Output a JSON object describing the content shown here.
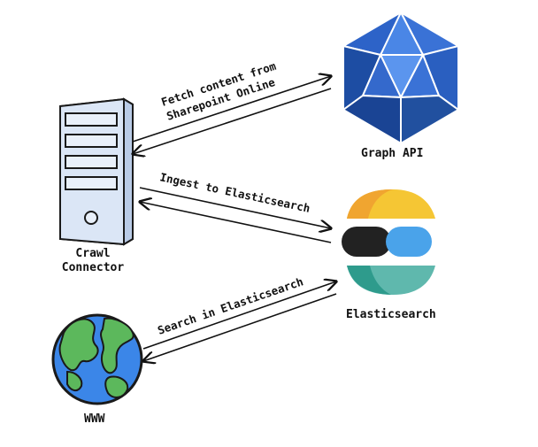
{
  "nodes": {
    "graph_api": {
      "label": "Graph API",
      "icon": "icosahedron-icon",
      "color": "#2d63c8"
    },
    "crawl_connector": {
      "label_line1": "Crawl",
      "label_line2": "Connector",
      "icon": "server-icon",
      "color": "#d6e3f5"
    },
    "elasticsearch": {
      "label": "Elasticsearch",
      "icon": "elasticsearch-logo-icon"
    },
    "www": {
      "label": "WWW",
      "icon": "globe-icon",
      "ocean": "#3b86e8",
      "land": "#5cb85c"
    }
  },
  "edges": {
    "fetch_line1": "Fetch content from",
    "fetch_line2": "Sharepoint Online",
    "ingest": "Ingest to Elasticsearch",
    "search": "Search in Elasticsearch"
  },
  "colors": {
    "outline": "#1a1a1a",
    "es_yellow": "#f5c634",
    "es_orange": "#f0a530",
    "es_black": "#222222",
    "es_blue": "#4aa3ea",
    "es_teal_dark": "#2e9b8c",
    "es_teal": "#5fb8ad"
  }
}
